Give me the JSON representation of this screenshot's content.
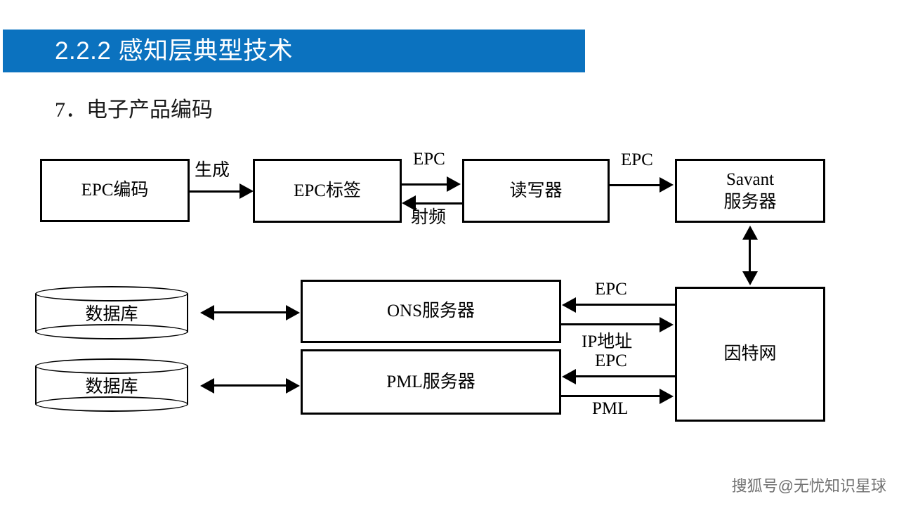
{
  "slide": {
    "title": "2.2.2 感知层典型技术",
    "subtitle": "7．电子产品编码",
    "banner_color": "#0b72bf",
    "watermark": "搜狐号@无忧知识星球"
  },
  "diagram": {
    "nodes": {
      "epc_code": "EPC编码",
      "epc_tag": "EPC标签",
      "reader": "读写器",
      "savant_line1": "Savant",
      "savant_line2": "服务器",
      "database_ons": "数据库",
      "database_pml": "数据库",
      "ons_server": "ONS服务器",
      "pml_server": "PML服务器",
      "internet": "因特网"
    },
    "edge_labels": {
      "generate": "生成",
      "epc_tag_to_reader": "EPC",
      "reader_to_tag_rf": "射频",
      "reader_to_savant": "EPC",
      "internet_to_ons_epc": "EPC",
      "ons_to_internet_ip": "IP地址",
      "internet_to_pml_epc": "EPC",
      "pml_to_internet": "PML"
    }
  }
}
